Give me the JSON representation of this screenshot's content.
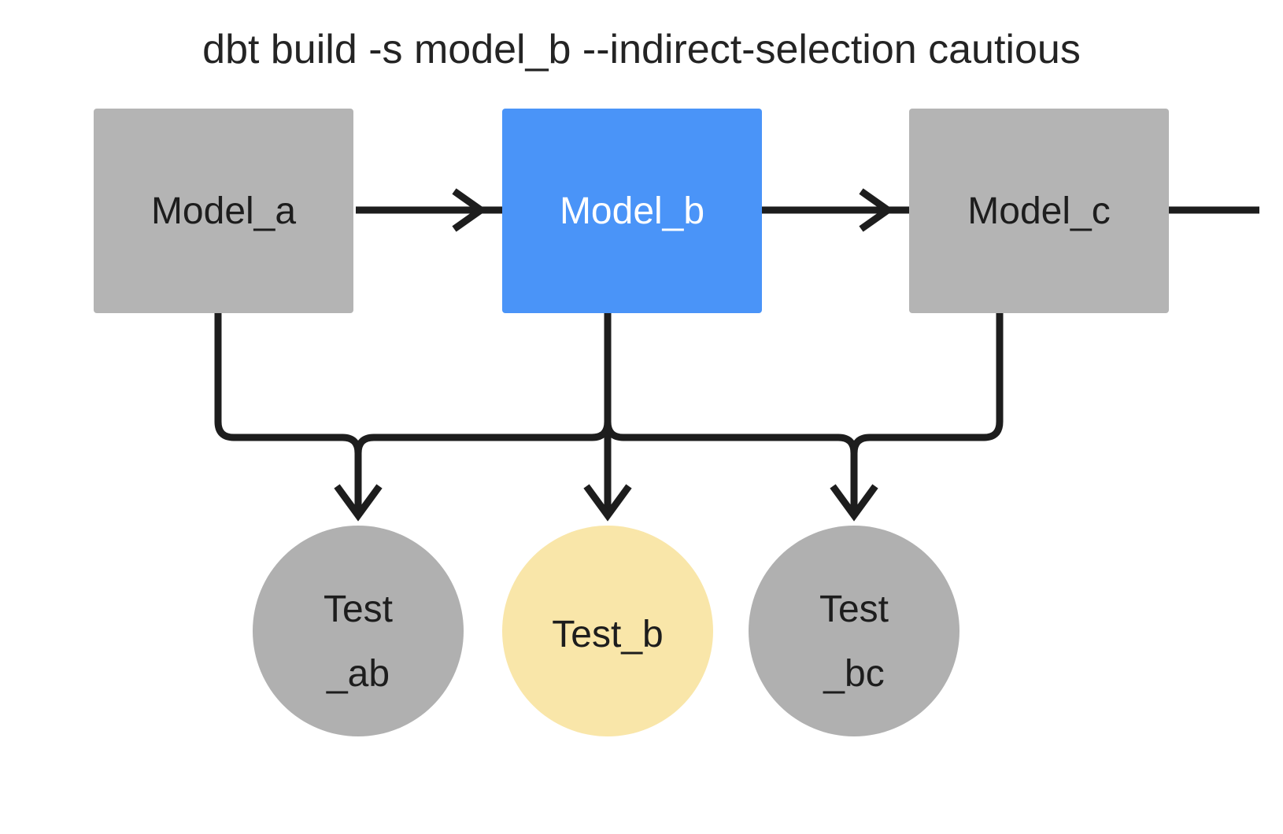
{
  "title": "dbt build -s model_b --indirect-selection cautious",
  "colors": {
    "background": "#ffffff",
    "node_default": "#b4b4b4",
    "node_selected": "#4a94f8",
    "test_default": "#b0b0b0",
    "test_highlighted": "#f9e6a9",
    "edge": "#1d1d1d",
    "text_dark": "#1d1d1d",
    "text_light": "#ffffff"
  },
  "nodes": {
    "model_a": {
      "label": "Model_a",
      "type": "model",
      "shape": "rectangle",
      "state": "unselected",
      "fill": "#b4b4b4",
      "text_color": "#1d1d1d"
    },
    "model_b": {
      "label": "Model_b",
      "type": "model",
      "shape": "rectangle",
      "state": "selected",
      "fill": "#4a94f8",
      "text_color": "#ffffff"
    },
    "model_c": {
      "label": "Model_c",
      "type": "model",
      "shape": "rectangle",
      "state": "unselected",
      "fill": "#b4b4b4",
      "text_color": "#1d1d1d"
    },
    "test_ab": {
      "label": "Test_ab",
      "label_line1": "Test",
      "label_line2": "_ab",
      "type": "test",
      "shape": "circle",
      "state": "unselected",
      "fill": "#b0b0b0",
      "text_color": "#1d1d1d"
    },
    "test_b": {
      "label": "Test_b",
      "label_line1": "Test_b",
      "label_line2": "",
      "type": "test",
      "shape": "circle",
      "state": "selected",
      "fill": "#f9e6a9",
      "text_color": "#1d1d1d"
    },
    "test_bc": {
      "label": "Test_bc",
      "label_line1": "Test",
      "label_line2": "_bc",
      "type": "test",
      "shape": "circle",
      "state": "unselected",
      "fill": "#b0b0b0",
      "text_color": "#1d1d1d"
    }
  },
  "edges": [
    {
      "from": "model_a",
      "to": "model_b",
      "style": "straight-right"
    },
    {
      "from": "model_b",
      "to": "model_c",
      "style": "straight-right"
    },
    {
      "from": "model_a",
      "to": "test_ab",
      "style": "elbow-down-right"
    },
    {
      "from": "model_b",
      "to": "test_ab",
      "style": "elbow-down-left"
    },
    {
      "from": "model_b",
      "to": "test_b",
      "style": "straight-down"
    },
    {
      "from": "model_b",
      "to": "test_bc",
      "style": "elbow-down-right"
    },
    {
      "from": "model_c",
      "to": "test_bc",
      "style": "elbow-down-left"
    }
  ]
}
